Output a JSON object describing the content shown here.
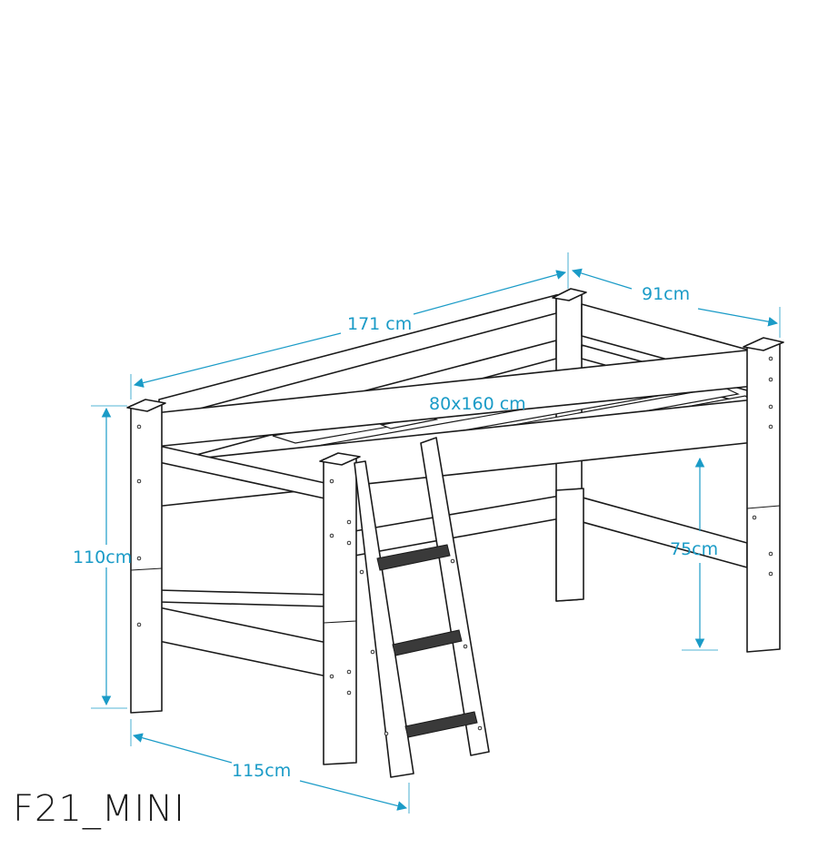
{
  "diagram": {
    "model": "F21_MINI",
    "dimensions": {
      "length": "171 cm",
      "width": "91cm",
      "mattress": "80x160 cm",
      "height": "110cm",
      "clearance": "75cm",
      "depth_footprint": "115cm"
    },
    "colors": {
      "dimension_lines": "#1a9bc7",
      "outline": "#1a1a1a",
      "background": "#ffffff"
    }
  }
}
